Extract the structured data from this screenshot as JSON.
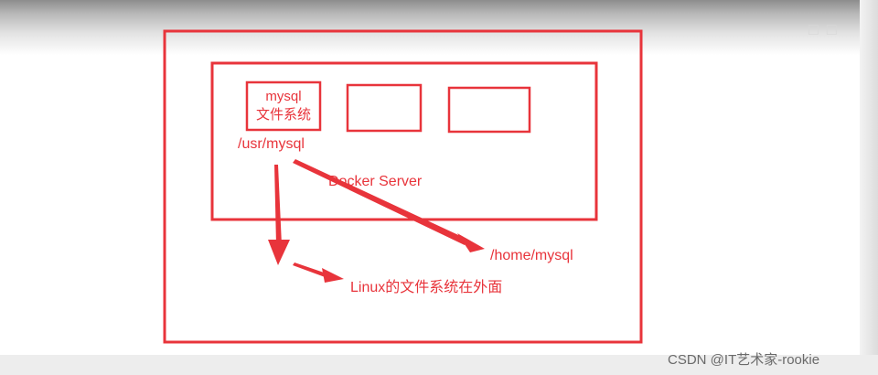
{
  "diagram": {
    "container_label_line1": "mysql",
    "container_label_line2": "文件系统",
    "container_path": "/usr/mysql",
    "server_label": "Docker Server",
    "host_path": "/home/mysql",
    "linux_note": "Linux的文件系统在外面"
  },
  "watermark": "CSDN @IT艺术家-rookie",
  "colors": {
    "accent": "#e8343b",
    "background": "#ffffff"
  }
}
